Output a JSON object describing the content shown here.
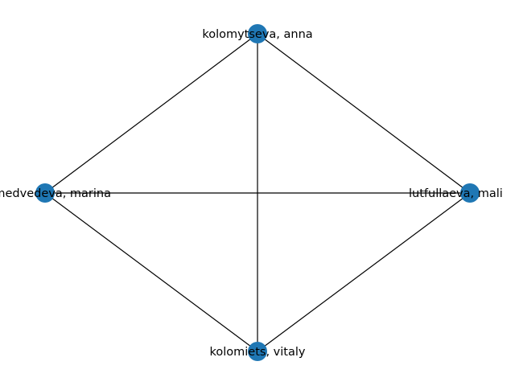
{
  "colors": {
    "node": "#1f77b4",
    "edge": "#000000",
    "background": "#ffffff"
  },
  "nodes": [
    {
      "id": "top",
      "label": "kolomytseva, anna"
    },
    {
      "id": "left",
      "label": "medvedeva, marina"
    },
    {
      "id": "right",
      "label": "lutfullaeva, mali"
    },
    {
      "id": "bottom",
      "label": "kolomiets, vitaly"
    }
  ],
  "edges": [
    [
      "top",
      "left"
    ],
    [
      "top",
      "right"
    ],
    [
      "top",
      "bottom"
    ],
    [
      "left",
      "right"
    ],
    [
      "left",
      "bottom"
    ],
    [
      "right",
      "bottom"
    ]
  ]
}
